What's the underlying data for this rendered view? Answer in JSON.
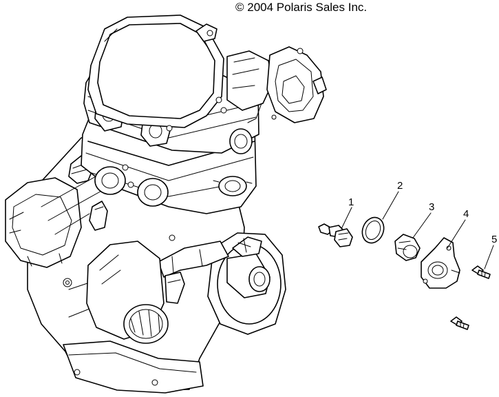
{
  "copyright": "© 2004 Polaris Sales Inc.",
  "callouts": [
    {
      "id": "1",
      "label": "1"
    },
    {
      "id": "2",
      "label": "2"
    },
    {
      "id": "3",
      "label": "3"
    },
    {
      "id": "4",
      "label": "4"
    },
    {
      "id": "5",
      "label": "5"
    }
  ]
}
